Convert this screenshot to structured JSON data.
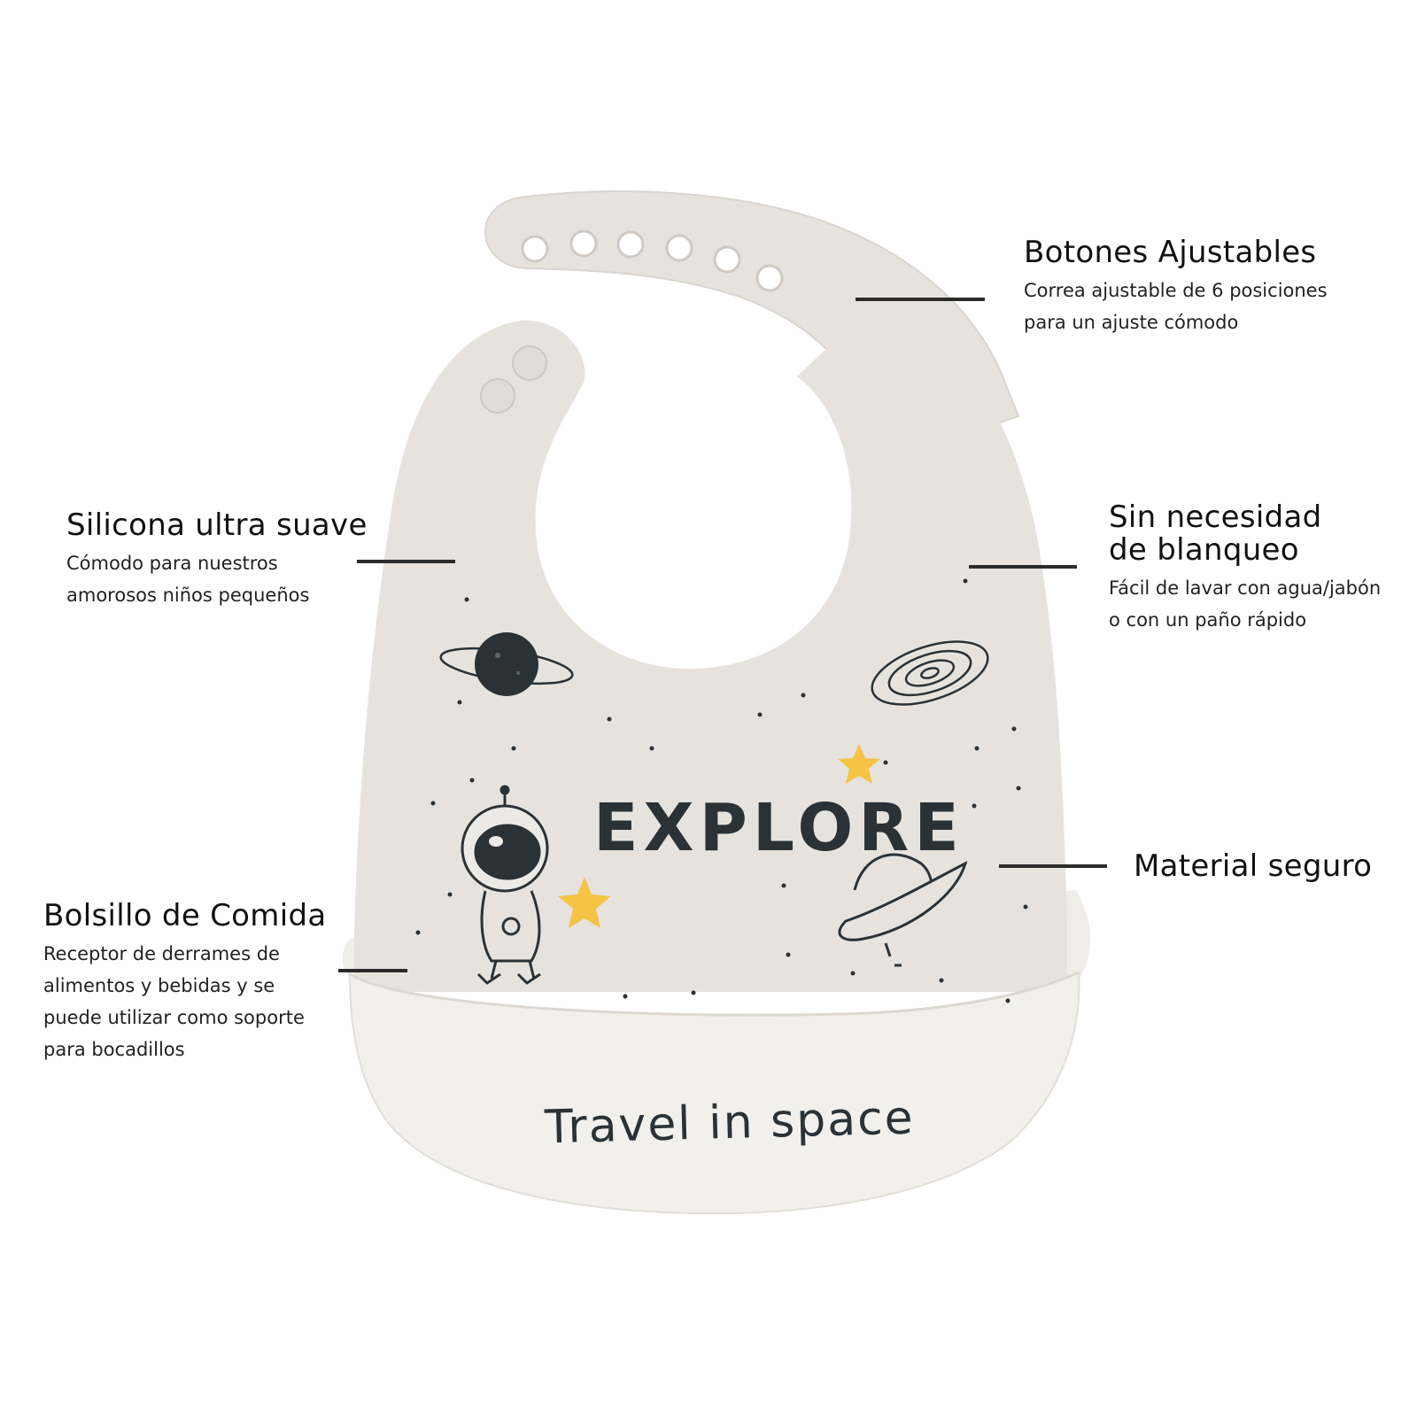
{
  "colors": {
    "silicone": "#e6e3df",
    "silicone_edge": "#d2cec9",
    "pocket": "#f1efec",
    "ink": "#2a3236",
    "accent_yellow": "#f6c445",
    "leader_line": "#2b2b2b"
  },
  "print": {
    "explore": "EXPLORE",
    "travel": "Travel in space"
  },
  "callouts": {
    "botones": {
      "title": "Botones Ajustables",
      "line1": "Correa ajustable de 6 posiciones",
      "line2": "para un ajuste cómodo"
    },
    "silicona": {
      "title": "Silicona ultra suave",
      "line1": "Cómodo para nuestros",
      "line2": "amorosos niños pequeños"
    },
    "blanqueo": {
      "title_line1": "Sin necesidad",
      "title_line2": "de blanqueo",
      "line1": "Fácil de lavar con agua/jabón",
      "line2": "o con un paño rápido"
    },
    "material": {
      "title": "Material seguro"
    },
    "bolsillo": {
      "title": "Bolsillo de Comida",
      "line1": "Receptor de derrames de",
      "line2": "alimentos y bebidas y se",
      "line3": "puede utilizar como soporte",
      "line4": "para bocadillos"
    }
  },
  "icons": [
    "planet-icon",
    "galaxy-icon",
    "ufo-icon",
    "astronaut-icon",
    "star-icon"
  ]
}
